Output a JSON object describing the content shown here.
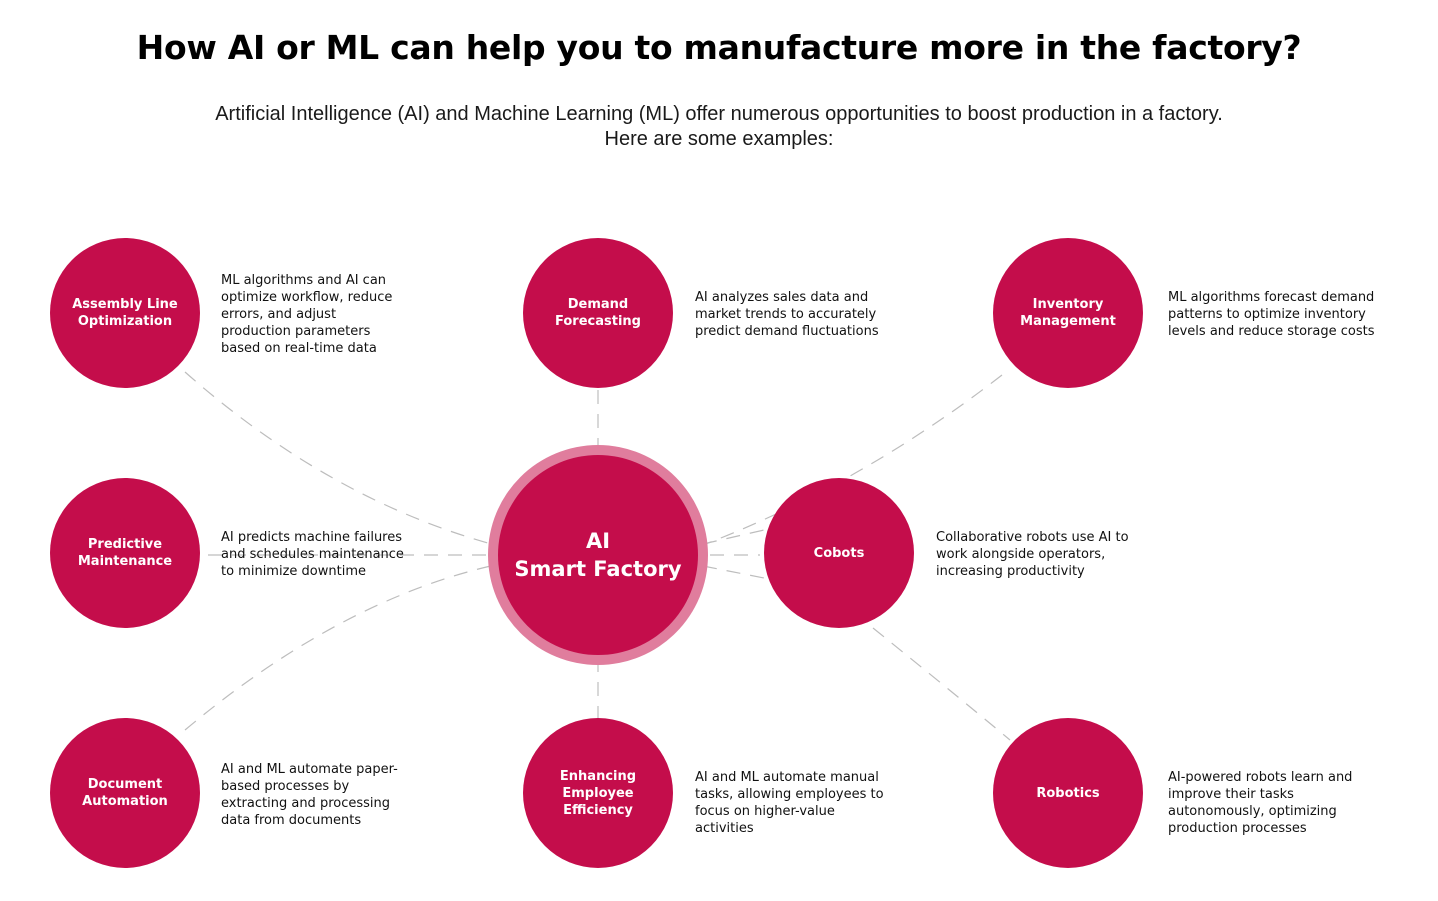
{
  "page": {
    "title": "How AI or ML can help you to manufacture more in the factory?",
    "subtitle_line1": "Artificial Intelligence (AI) and Machine Learning (ML) offer numerous opportunities to boost production in a factory.",
    "subtitle_line2": "Here are some examples:"
  },
  "center": {
    "line1": "AI",
    "line2": "Smart Factory"
  },
  "colors": {
    "node": "#c40d4b",
    "ring": "#e07d9d",
    "connector": "#bdbdbd"
  },
  "nodes": {
    "assembly": {
      "label": "Assembly Line Optimization",
      "description": "ML algorithms and AI can optimize workflow, reduce errors, and adjust production parameters based on real-time data"
    },
    "demand": {
      "label": "Demand Forecasting",
      "description": "AI analyzes sales data and market trends to accurately predict demand fluctuations"
    },
    "inventory": {
      "label": "Inventory Management",
      "description": "ML algorithms forecast demand patterns to optimize inventory levels and reduce storage costs"
    },
    "predictive": {
      "label": "Predictive Maintenance",
      "description": "AI predicts machine failures and schedules maintenance to minimize downtime"
    },
    "cobots": {
      "label": "Cobots",
      "description": "Collaborative robots use AI to work alongside operators, increasing productivity"
    },
    "document": {
      "label": "Document Automation",
      "description": "AI and ML automate paper-based processes by extracting and processing data from documents"
    },
    "employee": {
      "label": "Enhancing Employee Efficiency",
      "description": "AI and ML automate manual tasks, allowing employees to focus on higher-value activities"
    },
    "robotics": {
      "label": "Robotics",
      "description": "AI-powered robots learn and improve their tasks autonomously, optimizing production processes"
    }
  }
}
